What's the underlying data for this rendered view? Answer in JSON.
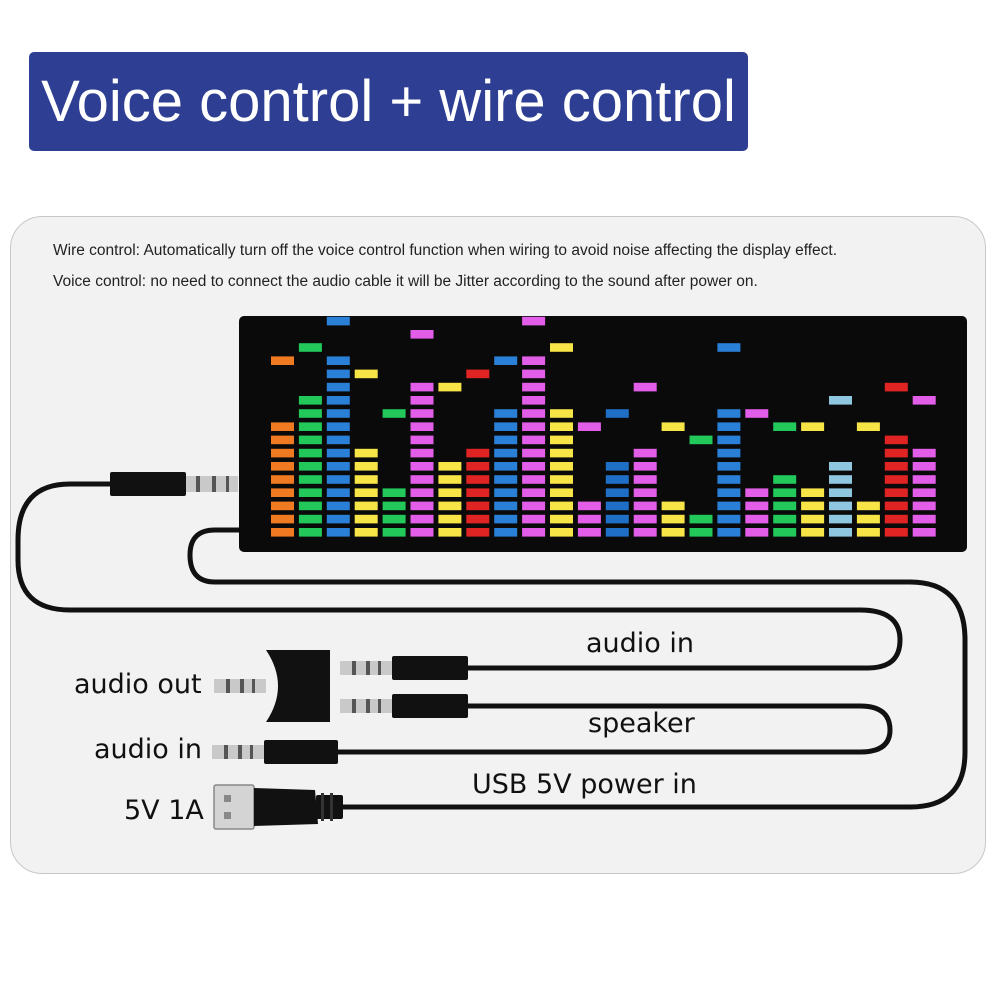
{
  "banner": {
    "title": "Voice control + wire control",
    "color": "#2e3f93"
  },
  "notes": {
    "wire_control": "Wire control: Automatically turn off the voice control function when wiring to avoid noise affecting the display effect.",
    "voice_control": "Voice control: no need to connect the audio cable it will be Jitter according to the sound after power on."
  },
  "labels": {
    "audio_in_top": "audio in",
    "audio_out": "audio out",
    "speaker": "speaker",
    "audio_in_left": "audio in",
    "usb_power": "USB 5V power in",
    "voltage": "5V 1A"
  },
  "display": {
    "column_count": 24,
    "columns": [
      {
        "levels": 9,
        "peak": 13,
        "color": "#f07a22"
      },
      {
        "levels": 11,
        "peak": 14,
        "color": "#22c85a"
      },
      {
        "levels": 14,
        "peak": 16,
        "color": "#2a7fd6"
      },
      {
        "levels": 7,
        "peak": 12,
        "color": "#f7e447"
      },
      {
        "levels": 4,
        "peak": 9,
        "color": "#22c85a"
      },
      {
        "levels": 12,
        "peak": 15,
        "color": "#e35ee8"
      },
      {
        "levels": 6,
        "peak": 11,
        "color": "#f7e447"
      },
      {
        "levels": 7,
        "peak": 12,
        "color": "#e02424"
      },
      {
        "levels": 10,
        "peak": 13,
        "color": "#2a7fd6"
      },
      {
        "levels": 14,
        "peak": 16,
        "color": "#e35ee8"
      },
      {
        "levels": 10,
        "peak": 14,
        "color": "#f7e447"
      },
      {
        "levels": 3,
        "peak": 8,
        "color": "#e35ee8"
      },
      {
        "levels": 6,
        "peak": 9,
        "color": "#1f6fc7"
      },
      {
        "levels": 7,
        "peak": 11,
        "color": "#e35ee8"
      },
      {
        "levels": 3,
        "peak": 8,
        "color": "#f7e447"
      },
      {
        "levels": 2,
        "peak": 7,
        "color": "#22c85a"
      },
      {
        "levels": 10,
        "peak": 14,
        "color": "#2a7fd6"
      },
      {
        "levels": 4,
        "peak": 9,
        "color": "#e35ee8"
      },
      {
        "levels": 5,
        "peak": 8,
        "color": "#22c85a"
      },
      {
        "levels": 4,
        "peak": 8,
        "color": "#f7e447"
      },
      {
        "levels": 6,
        "peak": 10,
        "color": "#8fc7e0"
      },
      {
        "levels": 3,
        "peak": 8,
        "color": "#f7e447"
      },
      {
        "levels": 8,
        "peak": 11,
        "color": "#e02424"
      },
      {
        "levels": 7,
        "peak": 10,
        "color": "#e35ee8"
      }
    ]
  }
}
